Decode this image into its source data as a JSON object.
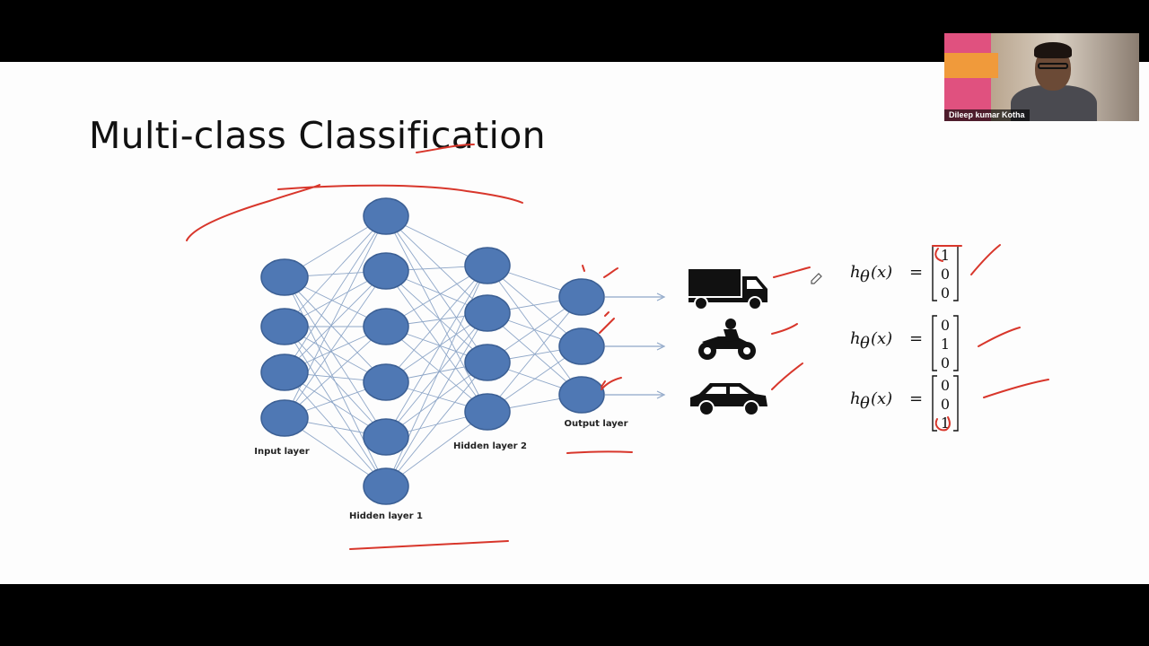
{
  "slide": {
    "title": "Multi-class Classification",
    "network": {
      "layers": [
        {
          "label": "Input layer",
          "nodes": 4
        },
        {
          "label": "Hidden layer 1",
          "nodes": 6
        },
        {
          "label": "Hidden layer 2",
          "nodes": 4
        },
        {
          "label": "Output layer",
          "nodes": 3
        }
      ]
    },
    "classes": [
      {
        "icon": "truck-icon",
        "vector": [
          "1",
          "0",
          "0"
        ]
      },
      {
        "icon": "motorcycle-icon",
        "vector": [
          "0",
          "1",
          "0"
        ]
      },
      {
        "icon": "car-icon",
        "vector": [
          "0",
          "0",
          "1"
        ]
      }
    ],
    "equation": {
      "lhs": "h",
      "subscript": "θ",
      "arg": "(x)",
      "equals": "="
    }
  },
  "webcam": {
    "name": "Dileep kumar Kotha"
  },
  "colors": {
    "node": "#4f78b4",
    "ink": "#d8362b",
    "background": "#fdfdfd",
    "letterbox": "#000000"
  }
}
